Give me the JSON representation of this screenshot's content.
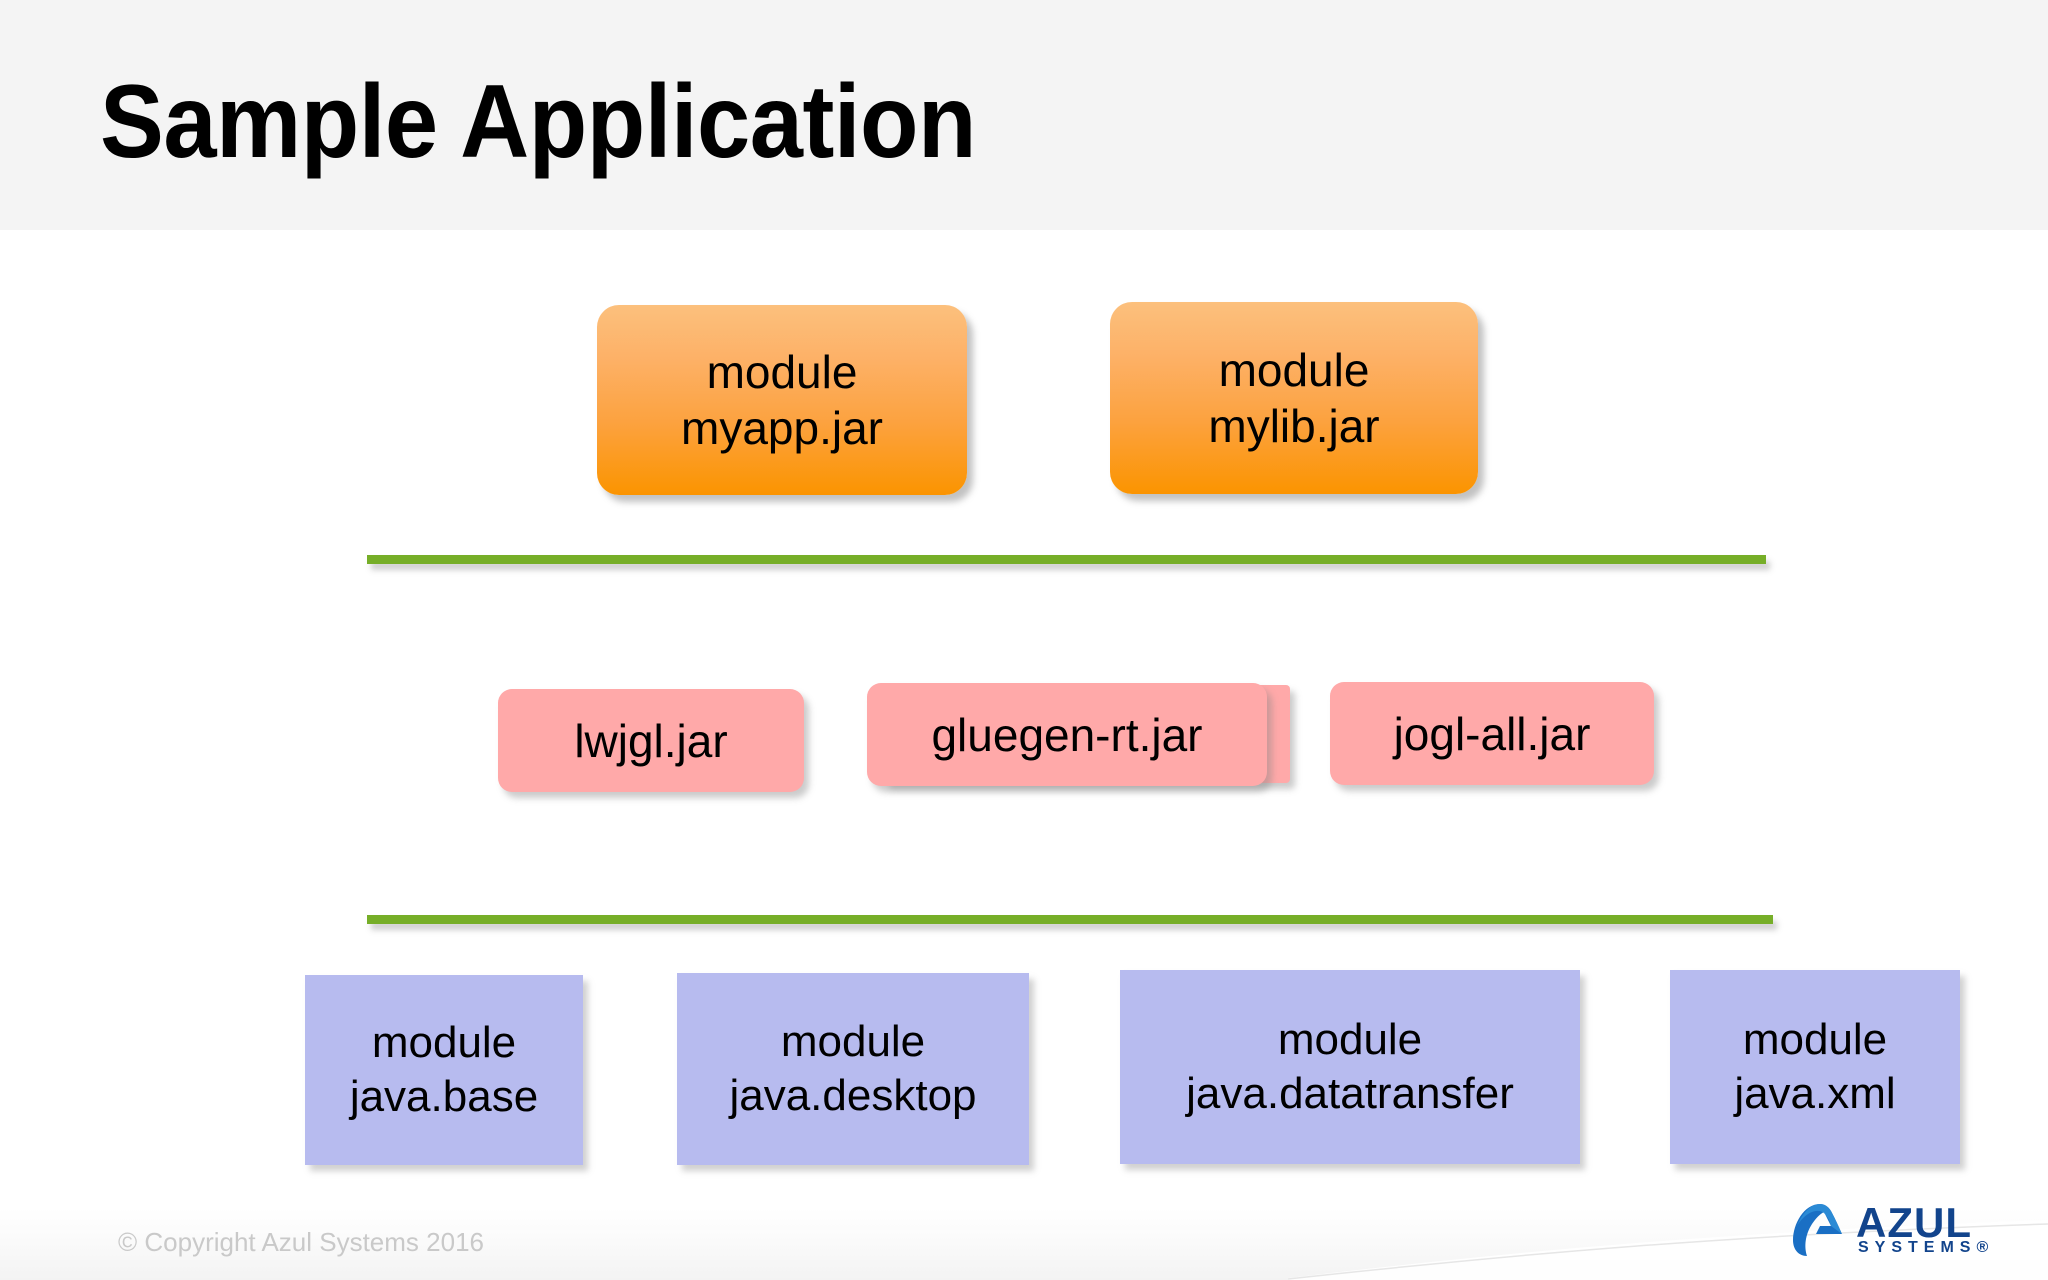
{
  "slide": {
    "title": "Sample Application",
    "background_color": "#ffffff",
    "header_band_color": "#f4f4f4"
  },
  "diagram": {
    "tiers": [
      {
        "name": "application-modules",
        "style": "orange-rounded-gradient",
        "color": "#fdb167",
        "boxes": [
          {
            "line1": "module",
            "line2": "myapp.jar"
          },
          {
            "line1": "module",
            "line2": "mylib.jar"
          }
        ]
      },
      {
        "name": "classpath-jars",
        "style": "pink-rounded",
        "color": "#ffa9a9",
        "boxes": [
          {
            "label": "lwjgl.jar"
          },
          {
            "label": "gluegen-rt.jar"
          },
          {
            "label": "jogl-all.jar"
          }
        ]
      },
      {
        "name": "platform-modules",
        "style": "purple-rect",
        "color": "#b7bbef",
        "boxes": [
          {
            "line1": "module",
            "line2": "java.base"
          },
          {
            "line1": "module",
            "line2": "java.desktop"
          },
          {
            "line1": "module",
            "line2": "java.datatransfer"
          },
          {
            "line1": "module",
            "line2": "java.xml"
          }
        ]
      }
    ],
    "separators": [
      {
        "name": "upper-green-rule",
        "color": "#76ae28"
      },
      {
        "name": "lower-green-rule",
        "color": "#76ae28"
      }
    ]
  },
  "footer": {
    "copyright": "© Copyright Azul Systems 2016",
    "logo": {
      "wordmark": "AZUL",
      "tagline": "SYSTEMS®",
      "brand_color": "#12448c",
      "mark_color": "#1a6fc4"
    }
  }
}
